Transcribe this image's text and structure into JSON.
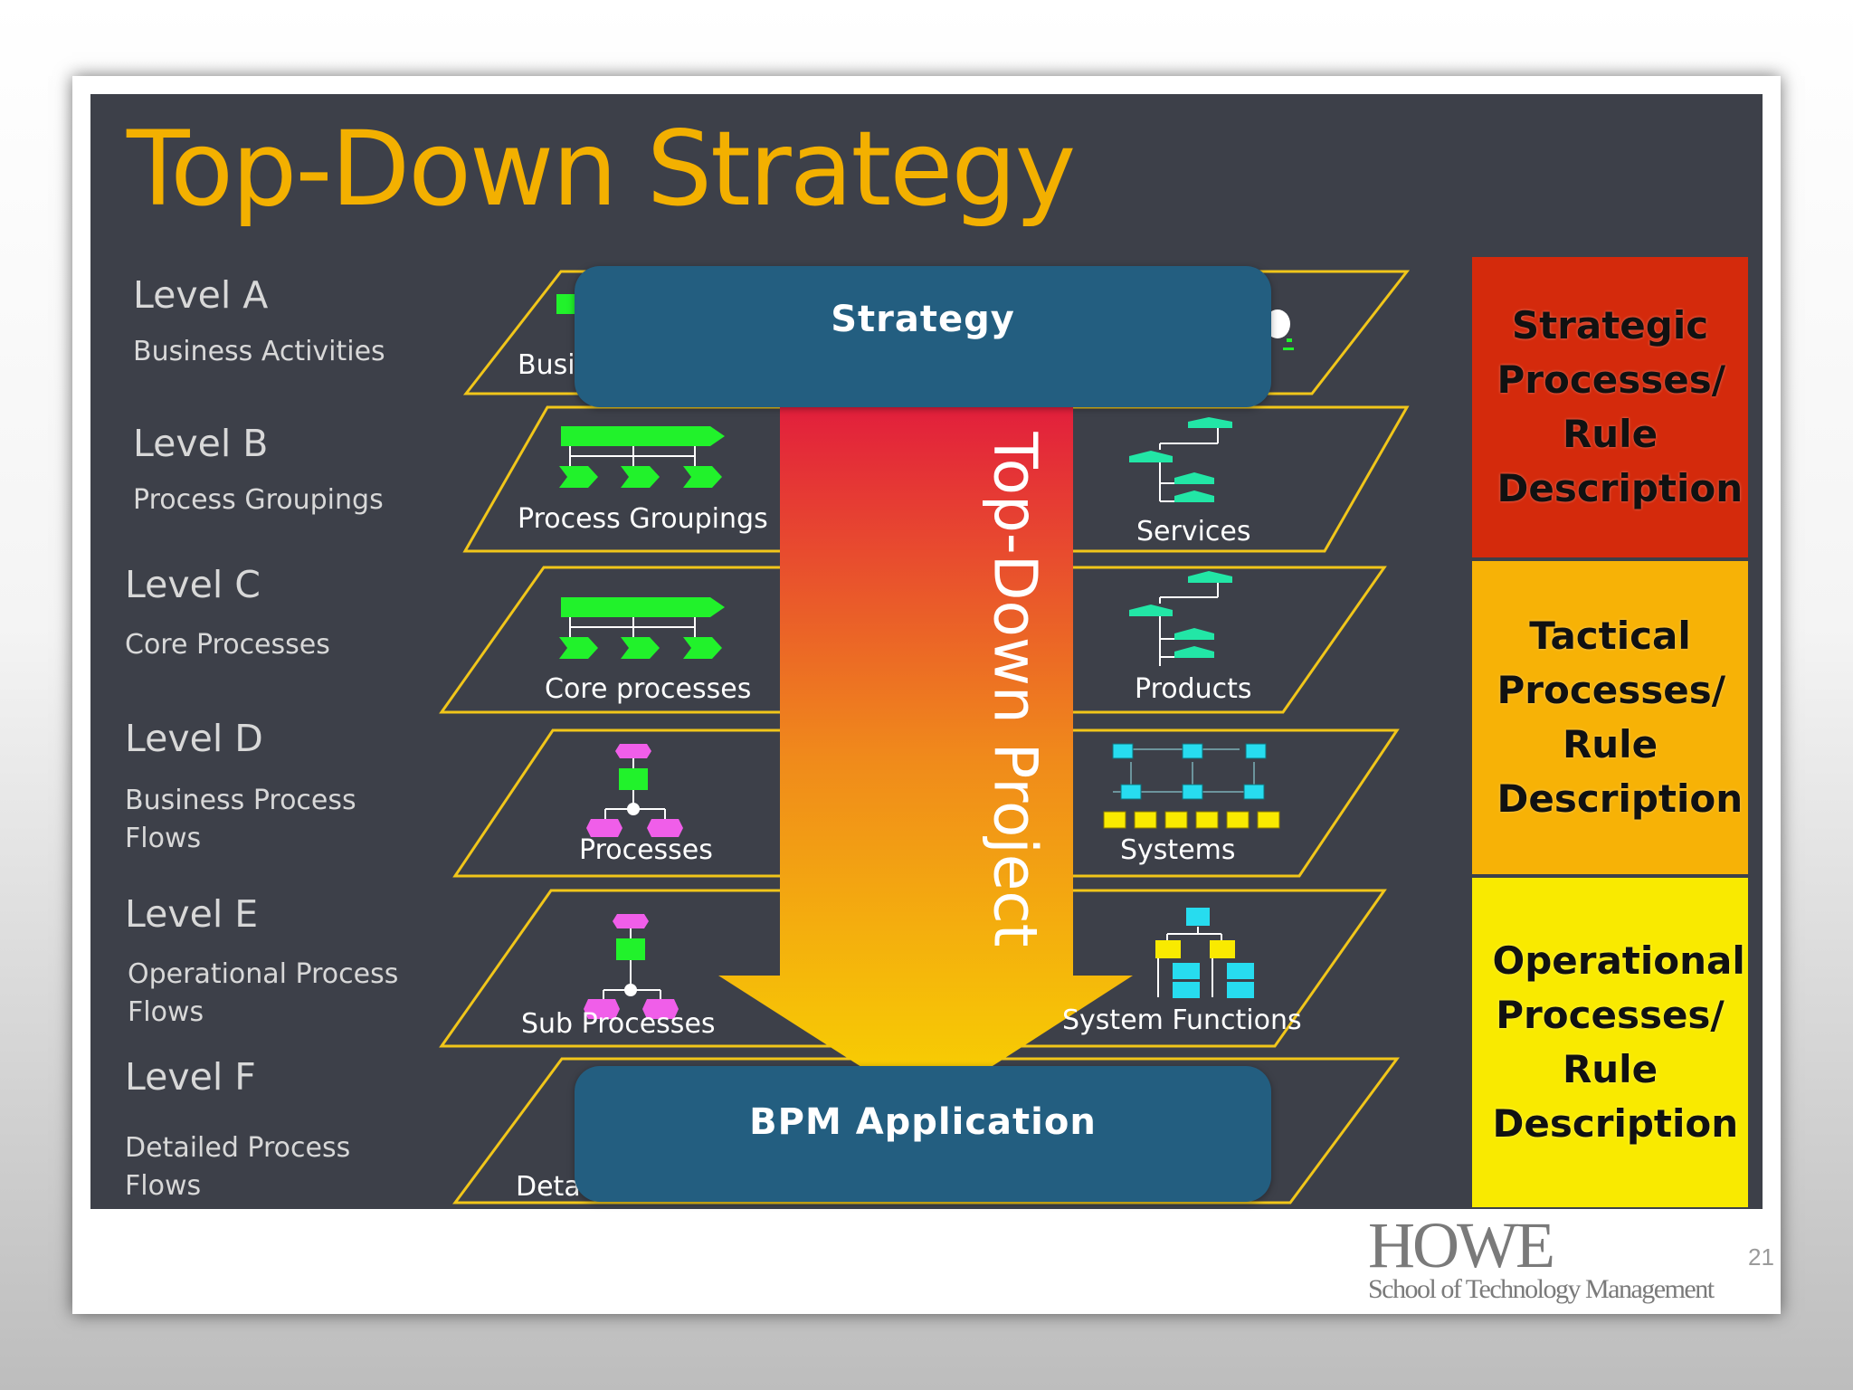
{
  "title": "Top-Down Strategy",
  "levels": [
    {
      "head": "Level A",
      "desc": "Business Activities"
    },
    {
      "head": "Level B",
      "desc": "Process Groupings"
    },
    {
      "head": "Level C",
      "desc": "Core Processes"
    },
    {
      "head": "Level D",
      "desc": "Business Process Flows"
    },
    {
      "head": "Level E",
      "desc": "Operational Process Flows"
    },
    {
      "head": "Level F",
      "desc": "Detailed Process Flows"
    }
  ],
  "planes": {
    "a_left": "Busi",
    "b_left": "Process Groupings",
    "b_right": "Services",
    "c_left": "Core processes",
    "c_right": "Products",
    "d_left": "Processes",
    "d_right": "Systems",
    "e_left": "Sub Processes",
    "e_right": "System Functions",
    "f_left": "Deta"
  },
  "boxes": {
    "strategy": "Strategy",
    "bpm": "BPM Application"
  },
  "arrow_label": "Top-Down Project",
  "side_boxes": [
    {
      "label": "Strategic Processes/ Rule Description",
      "color": "#d42a0c"
    },
    {
      "label": "Tactical Processes/ Rule Description",
      "color": "#f7b206"
    },
    {
      "label": "Operational Processes/ Rule Description",
      "color": "#f9ea00"
    }
  ],
  "logo": {
    "big": "HOWE",
    "small": "School of Technology Management"
  },
  "page_number": "21",
  "colors": {
    "title": "#f3b000",
    "plane_border": "#f1c61a",
    "node_green": "#21f22b",
    "node_teal": "#22e6a6",
    "node_magenta": "#f05ee9",
    "box_blue": "#235e80"
  }
}
